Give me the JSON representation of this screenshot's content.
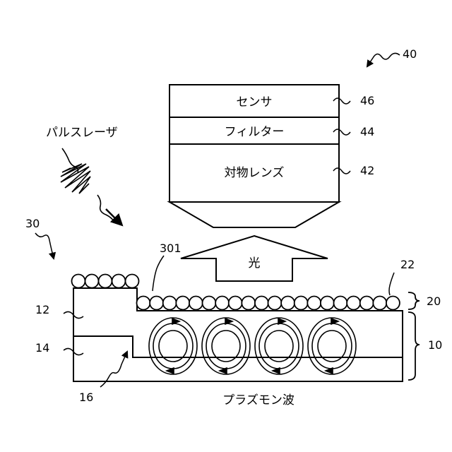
{
  "labels": {
    "sensor": "センサ",
    "filter": "フィルター",
    "objective_lens": "対物レンズ",
    "pulse_laser": "パルスレーザ",
    "light": "光",
    "plasmon_wave": "プラズモン波"
  },
  "reference_numerals": {
    "n40": "40",
    "n46": "46",
    "n44": "44",
    "n42": "42",
    "n30": "30",
    "n301": "301",
    "n22": "22",
    "n20": "20",
    "n12": "12",
    "n10": "10",
    "n14": "14",
    "n16": "16"
  },
  "colors": {
    "stroke": "#000000",
    "background": "#ffffff"
  }
}
